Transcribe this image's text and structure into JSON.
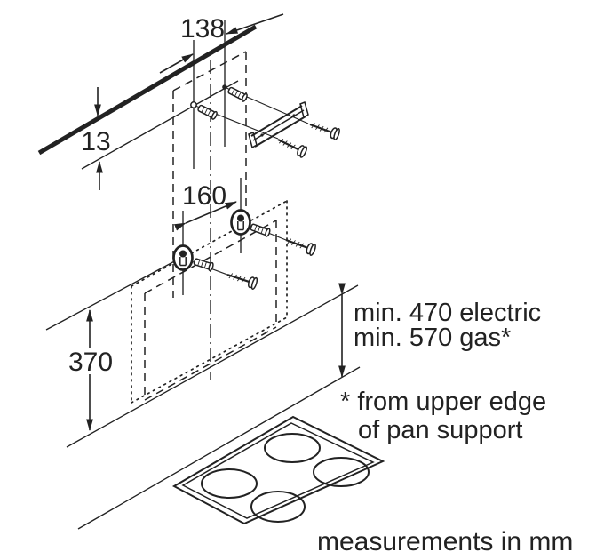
{
  "labels": {
    "dim_138": "138",
    "dim_13": "13",
    "dim_160": "160",
    "dim_370": "370",
    "min_electric": "min. 470 electric",
    "min_gas": "min. 570 gas*",
    "footnote_1": "* from upper edge",
    "footnote_2": "of pan support",
    "units_note": "measurements in mm"
  },
  "colors": {
    "ink": "#222222",
    "background": "#ffffff"
  }
}
